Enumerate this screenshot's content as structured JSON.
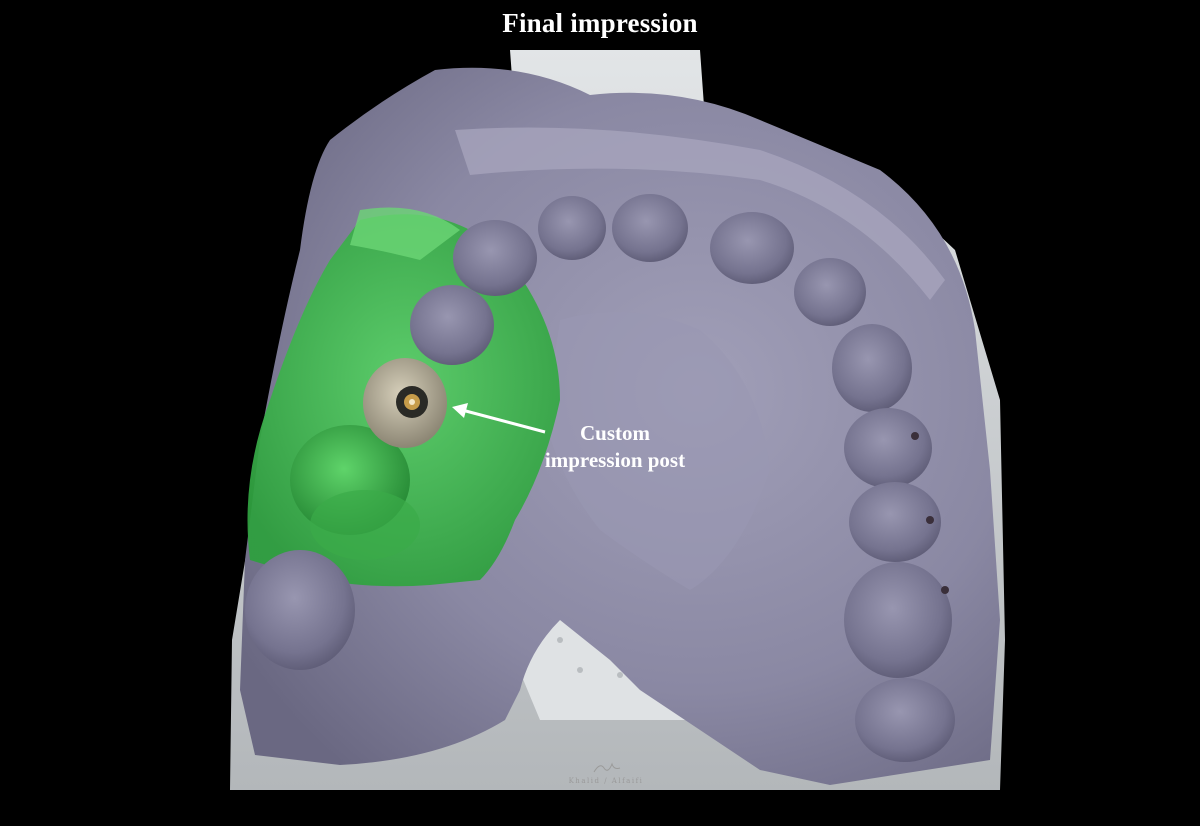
{
  "title": "Final impression",
  "annotation": {
    "label_line1": "Custom",
    "label_line2": "impression post"
  },
  "signature": {
    "first": "Khalid",
    "last": "Alfaifi"
  },
  "colors": {
    "background": "#000000",
    "impression_material": "#8e8ca6",
    "light_body_material": "#3fc74e",
    "tray": "#cfd3d6",
    "impression_post": "#bfb7a0"
  }
}
